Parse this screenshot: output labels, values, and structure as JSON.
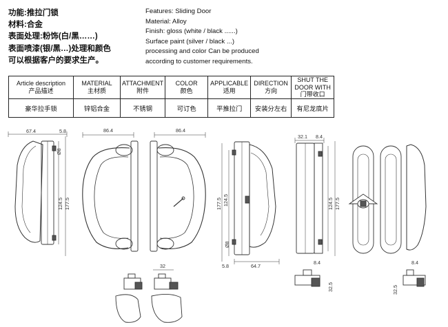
{
  "specs_cn": [
    "功能:推拉门锁",
    "材料:合金",
    "表面处理:粉饰(白/黑……)",
    "表面喷漆(银/黑…)处理和颜色",
    "可以根据客户的要求生产。"
  ],
  "specs_en": [
    "Features: Sliding Door",
    "Material: Alloy",
    "Finish: gloss (white / black ......)",
    "Surface paint (silver / black ...)",
    "processing and color Can be produced",
    "according to customer requirements."
  ],
  "table": {
    "headers": [
      {
        "en": "Article description",
        "cn": "产品描述"
      },
      {
        "en": "MATERIAL",
        "cn": "主材质"
      },
      {
        "en": "ATTACHMENT",
        "cn": "附件"
      },
      {
        "en": "COLOR",
        "cn": "颜色"
      },
      {
        "en": "APPLICABLE",
        "cn": "适用"
      },
      {
        "en": "DIRECTION",
        "cn": "方向"
      },
      {
        "en": "SHUT THE DOOR WITH",
        "cn": "门带收口"
      }
    ],
    "values": [
      "豪华拉手锁",
      "锌铝合金",
      "不锈钢",
      "可订色",
      "平推拉门",
      "安装分左右",
      "有尼龙底片"
    ]
  },
  "dimensions": {
    "d1_width": "67.4",
    "d1_depth": "5.8",
    "d1_hole": "Ø8",
    "d1_inner": "124.5",
    "d1_outer": "177.5",
    "d2_width": "86.4",
    "d3_width": "86.4",
    "d4_inner": "124.5",
    "d4_outer": "177.5",
    "d4_hole": "Ø8",
    "d4_offset": "5.8",
    "d4_width": "64.7",
    "d5_width": "32.1",
    "d5_depth": "8.4",
    "d5_inner": "124.5",
    "d5_outer": "177.5",
    "d5_bot": "8.4",
    "d5_low": "32.5",
    "d6_top": "8.4",
    "d6_low": "32.5",
    "d7_top": "32"
  }
}
